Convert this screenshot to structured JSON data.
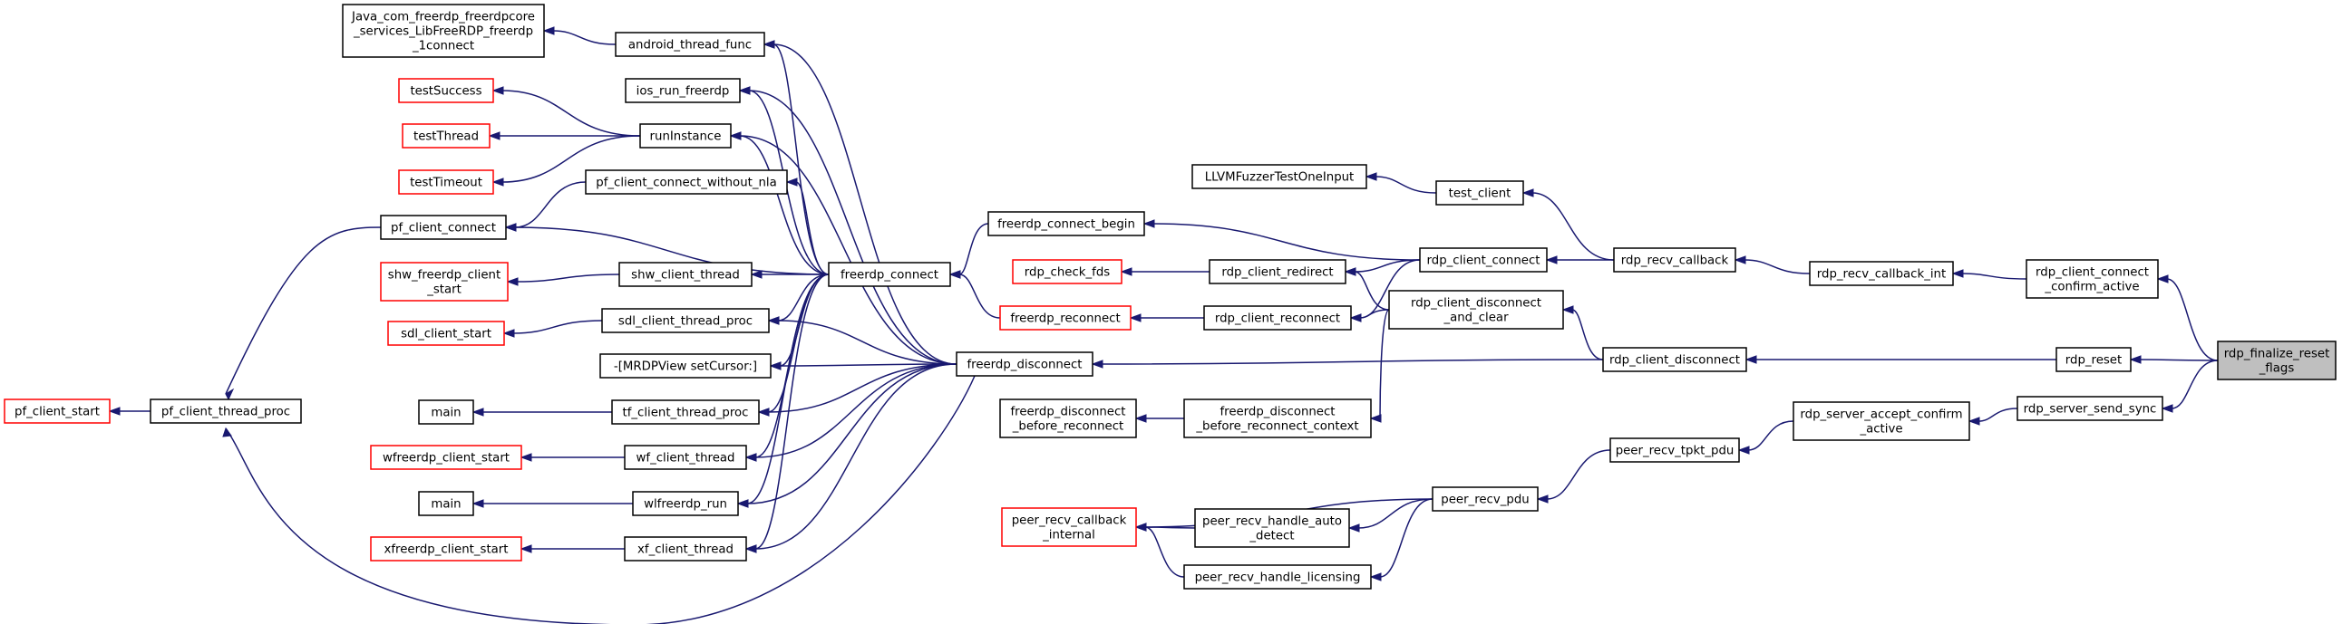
{
  "graph": {
    "nodes": [
      {
        "id": "root",
        "lines": [
          "rdp_finalize_reset",
          "_flags"
        ],
        "style": "root"
      },
      {
        "id": "rdp_client_connect_confirm_active",
        "lines": [
          "rdp_client_connect",
          "_confirm_active"
        ],
        "style": "normal"
      },
      {
        "id": "rdp_reset",
        "lines": [
          "rdp_reset"
        ],
        "style": "normal"
      },
      {
        "id": "rdp_server_send_sync",
        "lines": [
          "rdp_server_send_sync"
        ],
        "style": "normal"
      },
      {
        "id": "rdp_recv_callback_int",
        "lines": [
          "rdp_recv_callback_int"
        ],
        "style": "normal"
      },
      {
        "id": "rdp_client_disconnect",
        "lines": [
          "rdp_client_disconnect"
        ],
        "style": "normal"
      },
      {
        "id": "rdp_server_accept_confirm_active",
        "lines": [
          "rdp_server_accept_confirm",
          "_active"
        ],
        "style": "normal"
      },
      {
        "id": "rdp_recv_callback",
        "lines": [
          "rdp_recv_callback"
        ],
        "style": "normal"
      },
      {
        "id": "rdp_client_disconnect_and_clear",
        "lines": [
          "rdp_client_disconnect",
          "_and_clear"
        ],
        "style": "normal"
      },
      {
        "id": "peer_recv_tpkt_pdu",
        "lines": [
          "peer_recv_tpkt_pdu"
        ],
        "style": "normal"
      },
      {
        "id": "test_client",
        "lines": [
          "test_client"
        ],
        "style": "normal"
      },
      {
        "id": "rdp_client_connect",
        "lines": [
          "rdp_client_connect"
        ],
        "style": "normal"
      },
      {
        "id": "freerdp_disconnect_before_reconnect_context",
        "lines": [
          "freerdp_disconnect",
          "_before_reconnect_context"
        ],
        "style": "normal"
      },
      {
        "id": "peer_recv_pdu",
        "lines": [
          "peer_recv_pdu"
        ],
        "style": "normal"
      },
      {
        "id": "LLVMFuzzerTestOneInput",
        "lines": [
          "LLVMFuzzerTestOneInput"
        ],
        "style": "normal"
      },
      {
        "id": "freerdp_connect_begin",
        "lines": [
          "freerdp_connect_begin"
        ],
        "style": "normal"
      },
      {
        "id": "rdp_client_redirect",
        "lines": [
          "rdp_client_redirect"
        ],
        "style": "normal"
      },
      {
        "id": "rdp_client_reconnect",
        "lines": [
          "rdp_client_reconnect"
        ],
        "style": "normal"
      },
      {
        "id": "freerdp_disconnect_before_reconnect",
        "lines": [
          "freerdp_disconnect",
          "_before_reconnect"
        ],
        "style": "normal"
      },
      {
        "id": "peer_recv_handle_auto_detect",
        "lines": [
          "peer_recv_handle_auto",
          "_detect"
        ],
        "style": "normal"
      },
      {
        "id": "peer_recv_handle_licensing",
        "lines": [
          "peer_recv_handle_licensing"
        ],
        "style": "normal"
      },
      {
        "id": "rdp_check_fds",
        "lines": [
          "rdp_check_fds"
        ],
        "style": "external"
      },
      {
        "id": "freerdp_reconnect",
        "lines": [
          "freerdp_reconnect"
        ],
        "style": "external"
      },
      {
        "id": "freerdp_connect",
        "lines": [
          "freerdp_connect"
        ],
        "style": "normal"
      },
      {
        "id": "freerdp_disconnect",
        "lines": [
          "freerdp_disconnect"
        ],
        "style": "normal"
      },
      {
        "id": "peer_recv_callback_internal",
        "lines": [
          "peer_recv_callback",
          "_internal"
        ],
        "style": "external"
      },
      {
        "id": "android_thread_func",
        "lines": [
          "android_thread_func"
        ],
        "style": "normal"
      },
      {
        "id": "ios_run_freerdp",
        "lines": [
          "ios_run_freerdp"
        ],
        "style": "normal"
      },
      {
        "id": "runInstance",
        "lines": [
          "runInstance"
        ],
        "style": "normal"
      },
      {
        "id": "pf_client_connect_without_nla",
        "lines": [
          "pf_client_connect_without_nla"
        ],
        "style": "normal"
      },
      {
        "id": "pf_client_connect",
        "lines": [
          "pf_client_connect"
        ],
        "style": "normal"
      },
      {
        "id": "shw_client_thread",
        "lines": [
          "shw_client_thread"
        ],
        "style": "normal"
      },
      {
        "id": "sdl_client_thread_proc",
        "lines": [
          "sdl_client_thread_proc"
        ],
        "style": "normal"
      },
      {
        "id": "MRDPView_setCursor",
        "lines": [
          "-[MRDPView setCursor:]"
        ],
        "style": "normal"
      },
      {
        "id": "tf_client_thread_proc",
        "lines": [
          "tf_client_thread_proc"
        ],
        "style": "normal"
      },
      {
        "id": "wf_client_thread",
        "lines": [
          "wf_client_thread"
        ],
        "style": "normal"
      },
      {
        "id": "wlfreerdp_run",
        "lines": [
          "wlfreerdp_run"
        ],
        "style": "normal"
      },
      {
        "id": "xf_client_thread",
        "lines": [
          "xf_client_thread"
        ],
        "style": "normal"
      },
      {
        "id": "java_connect",
        "lines": [
          "Java_com_freerdp_freerdpcore",
          "_services_LibFreeRDP_freerdp",
          "_1connect"
        ],
        "style": "normal"
      },
      {
        "id": "testSuccess",
        "lines": [
          "testSuccess"
        ],
        "style": "external"
      },
      {
        "id": "testThread",
        "lines": [
          "testThread"
        ],
        "style": "external"
      },
      {
        "id": "testTimeout",
        "lines": [
          "testTimeout"
        ],
        "style": "external"
      },
      {
        "id": "shw_freerdp_client_start",
        "lines": [
          "shw_freerdp_client",
          "_start"
        ],
        "style": "external"
      },
      {
        "id": "sdl_client_start",
        "lines": [
          "sdl_client_start"
        ],
        "style": "external"
      },
      {
        "id": "main_tf",
        "lines": [
          "main"
        ],
        "style": "normal"
      },
      {
        "id": "wfreerdp_client_start",
        "lines": [
          "wfreerdp_client_start"
        ],
        "style": "external"
      },
      {
        "id": "main_wl",
        "lines": [
          "main"
        ],
        "style": "normal"
      },
      {
        "id": "xfreerdp_client_start",
        "lines": [
          "xfreerdp_client_start"
        ],
        "style": "external"
      },
      {
        "id": "pf_client_thread_proc",
        "lines": [
          "pf_client_thread_proc"
        ],
        "style": "normal"
      },
      {
        "id": "pf_client_start",
        "lines": [
          "pf_client_start"
        ],
        "style": "external"
      }
    ],
    "edges": [
      {
        "from": "rdp_client_connect_confirm_active",
        "to": "root"
      },
      {
        "from": "rdp_reset",
        "to": "root"
      },
      {
        "from": "rdp_server_send_sync",
        "to": "root"
      },
      {
        "from": "rdp_recv_callback_int",
        "to": "rdp_client_connect_confirm_active"
      },
      {
        "from": "rdp_client_disconnect",
        "to": "rdp_reset"
      },
      {
        "from": "rdp_server_accept_confirm_active",
        "to": "rdp_server_send_sync"
      },
      {
        "from": "rdp_recv_callback",
        "to": "rdp_recv_callback_int"
      },
      {
        "from": "rdp_client_disconnect_and_clear",
        "to": "rdp_client_disconnect"
      },
      {
        "from": "freerdp_disconnect",
        "to": "rdp_client_disconnect"
      },
      {
        "from": "peer_recv_tpkt_pdu",
        "to": "rdp_server_accept_confirm_active"
      },
      {
        "from": "test_client",
        "to": "rdp_recv_callback"
      },
      {
        "from": "rdp_client_connect",
        "to": "rdp_recv_callback"
      },
      {
        "from": "rdp_client_redirect",
        "to": "rdp_client_disconnect_and_clear"
      },
      {
        "from": "rdp_client_reconnect",
        "to": "rdp_client_disconnect_and_clear"
      },
      {
        "from": "freerdp_disconnect_before_reconnect_context",
        "to": "rdp_client_disconnect_and_clear"
      },
      {
        "from": "peer_recv_pdu",
        "to": "peer_recv_tpkt_pdu"
      },
      {
        "from": "LLVMFuzzerTestOneInput",
        "to": "test_client"
      },
      {
        "from": "freerdp_connect_begin",
        "to": "rdp_client_connect"
      },
      {
        "from": "rdp_client_redirect",
        "to": "rdp_client_connect"
      },
      {
        "from": "rdp_client_reconnect",
        "to": "rdp_client_connect"
      },
      {
        "from": "freerdp_disconnect_before_reconnect",
        "to": "freerdp_disconnect_before_reconnect_context"
      },
      {
        "from": "peer_recv_handle_auto_detect",
        "to": "peer_recv_pdu"
      },
      {
        "from": "peer_recv_callback_internal",
        "to": "peer_recv_pdu"
      },
      {
        "from": "peer_recv_handle_licensing",
        "to": "peer_recv_pdu"
      },
      {
        "from": "freerdp_connect",
        "to": "freerdp_connect_begin"
      },
      {
        "from": "rdp_check_fds",
        "to": "rdp_client_redirect"
      },
      {
        "from": "freerdp_reconnect",
        "to": "rdp_client_reconnect"
      },
      {
        "from": "peer_recv_callback_internal",
        "to": "peer_recv_handle_auto_detect"
      },
      {
        "from": "peer_recv_callback_internal",
        "to": "peer_recv_handle_licensing"
      },
      {
        "from": "freerdp_connect",
        "to": "freerdp_reconnect"
      },
      {
        "from": "android_thread_func",
        "to": "freerdp_connect"
      },
      {
        "from": "ios_run_freerdp",
        "to": "freerdp_connect"
      },
      {
        "from": "runInstance",
        "to": "freerdp_connect"
      },
      {
        "from": "pf_client_connect_without_nla",
        "to": "freerdp_connect"
      },
      {
        "from": "pf_client_connect",
        "to": "freerdp_connect"
      },
      {
        "from": "shw_client_thread",
        "to": "freerdp_connect"
      },
      {
        "from": "sdl_client_thread_proc",
        "to": "freerdp_connect"
      },
      {
        "from": "MRDPView_setCursor",
        "to": "freerdp_connect"
      },
      {
        "from": "tf_client_thread_proc",
        "to": "freerdp_connect"
      },
      {
        "from": "wf_client_thread",
        "to": "freerdp_connect"
      },
      {
        "from": "wlfreerdp_run",
        "to": "freerdp_connect"
      },
      {
        "from": "xf_client_thread",
        "to": "freerdp_connect"
      },
      {
        "from": "android_thread_func",
        "to": "freerdp_disconnect"
      },
      {
        "from": "ios_run_freerdp",
        "to": "freerdp_disconnect"
      },
      {
        "from": "runInstance",
        "to": "freerdp_disconnect"
      },
      {
        "from": "pf_client_thread_proc",
        "to": "freerdp_disconnect"
      },
      {
        "from": "sdl_client_thread_proc",
        "to": "freerdp_disconnect"
      },
      {
        "from": "MRDPView_setCursor",
        "to": "freerdp_disconnect"
      },
      {
        "from": "tf_client_thread_proc",
        "to": "freerdp_disconnect"
      },
      {
        "from": "wf_client_thread",
        "to": "freerdp_disconnect"
      },
      {
        "from": "wlfreerdp_run",
        "to": "freerdp_disconnect"
      },
      {
        "from": "xf_client_thread",
        "to": "freerdp_disconnect"
      },
      {
        "from": "java_connect",
        "to": "android_thread_func"
      },
      {
        "from": "testSuccess",
        "to": "runInstance"
      },
      {
        "from": "testThread",
        "to": "runInstance"
      },
      {
        "from": "testTimeout",
        "to": "runInstance"
      },
      {
        "from": "pf_client_connect",
        "to": "pf_client_connect_without_nla"
      },
      {
        "from": "pf_client_thread_proc",
        "to": "pf_client_connect"
      },
      {
        "from": "shw_freerdp_client_start",
        "to": "shw_client_thread"
      },
      {
        "from": "sdl_client_start",
        "to": "sdl_client_thread_proc"
      },
      {
        "from": "main_tf",
        "to": "tf_client_thread_proc"
      },
      {
        "from": "wfreerdp_client_start",
        "to": "wf_client_thread"
      },
      {
        "from": "main_wl",
        "to": "wlfreerdp_run"
      },
      {
        "from": "xfreerdp_client_start",
        "to": "xf_client_thread"
      },
      {
        "from": "pf_client_start",
        "to": "pf_client_thread_proc"
      }
    ]
  }
}
